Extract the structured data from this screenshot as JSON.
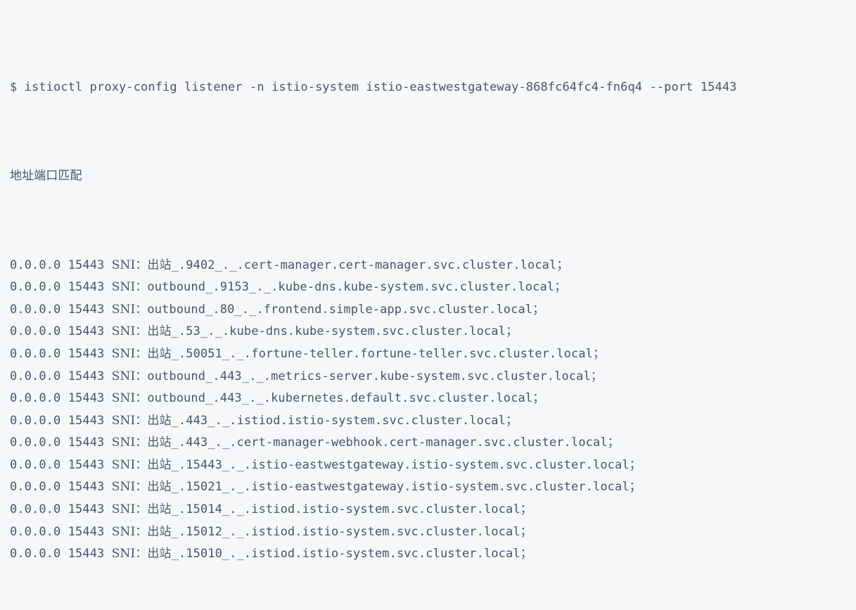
{
  "terminal": {
    "prompt_symbol": "$",
    "command": "istioctl proxy-config listener -n istio-system istio-eastwestgateway-868fc64fc4-fn6q4 --port 15443",
    "command_full": "$ istioctl proxy-config listener -n istio-system istio-eastwestgateway-868fc64fc4-fn6q4 --port 15443",
    "column_header": "地址端口匹配",
    "colors": {
      "background": "#f6f7f9",
      "text": "#46546b",
      "cjk_text": "#4d5b72"
    },
    "address": "0.0.0.0",
    "port": "15443",
    "match_label": "SNI",
    "colon": "：",
    "terminator": "；",
    "direction_cn": "出站",
    "direction_en": "outbound",
    "rows": [
      {
        "address": "0.0.0.0",
        "port": "15443",
        "match_label": "SNI：",
        "direction": "出站",
        "direction_is_cjk": true,
        "suffix": "_.9402_._.cert-manager.cert-manager.svc.cluster.local；"
      },
      {
        "address": "0.0.0.0",
        "port": "15443",
        "match_label": "SNI：",
        "direction": "outbound",
        "direction_is_cjk": false,
        "suffix": "_.9153_._.kube-dns.kube-system.svc.cluster.local；"
      },
      {
        "address": "0.0.0.0",
        "port": "15443",
        "match_label": "SNI：",
        "direction": "outbound",
        "direction_is_cjk": false,
        "suffix": "_.80_._.frontend.simple-app.svc.cluster.local；"
      },
      {
        "address": "0.0.0.0",
        "port": "15443",
        "match_label": "SNI：",
        "direction": "出站",
        "direction_is_cjk": true,
        "suffix": "_.53_._.kube-dns.kube-system.svc.cluster.local；"
      },
      {
        "address": "0.0.0.0",
        "port": "15443",
        "match_label": "SNI：",
        "direction": "出站",
        "direction_is_cjk": true,
        "suffix": "_.50051_._.fortune-teller.fortune-teller.svc.cluster.local；"
      },
      {
        "address": "0.0.0.0",
        "port": "15443",
        "match_label": "SNI：",
        "direction": "outbound",
        "direction_is_cjk": false,
        "suffix": "_.443_._.metrics-server.kube-system.svc.cluster.local；"
      },
      {
        "address": "0.0.0.0",
        "port": "15443",
        "match_label": "SNI：",
        "direction": "outbound",
        "direction_is_cjk": false,
        "suffix": "_.443_._.kubernetes.default.svc.cluster.local；"
      },
      {
        "address": "0.0.0.0",
        "port": "15443",
        "match_label": "SNI：",
        "direction": "出站",
        "direction_is_cjk": true,
        "suffix": "_.443_._.istiod.istio-system.svc.cluster.local；"
      },
      {
        "address": "0.0.0.0",
        "port": "15443",
        "match_label": "SNI：",
        "direction": "出站",
        "direction_is_cjk": true,
        "suffix": "_.443_._.cert-manager-webhook.cert-manager.svc.cluster.local；"
      },
      {
        "address": "0.0.0.0",
        "port": "15443",
        "match_label": "SNI：",
        "direction": "出站",
        "direction_is_cjk": true,
        "suffix": "_.15443_._.istio-eastwestgateway.istio-system.svc.cluster.local；"
      },
      {
        "address": "0.0.0.0",
        "port": "15443",
        "match_label": "SNI：",
        "direction": "出站",
        "direction_is_cjk": true,
        "suffix": "_.15021_._.istio-eastwestgateway.istio-system.svc.cluster.local；"
      },
      {
        "address": "0.0.0.0",
        "port": "15443",
        "match_label": "SNI：",
        "direction": "出站",
        "direction_is_cjk": true,
        "suffix": "_.15014_._.istiod.istio-system.svc.cluster.local；"
      },
      {
        "address": "0.0.0.0",
        "port": "15443",
        "match_label": "SNI：",
        "direction": "出站",
        "direction_is_cjk": true,
        "suffix": "_.15012_._.istiod.istio-system.svc.cluster.local；"
      },
      {
        "address": "0.0.0.0",
        "port": "15443",
        "match_label": "SNI：",
        "direction": "出站",
        "direction_is_cjk": true,
        "suffix": "_.15010_._.istiod.istio-system.svc.cluster.local；"
      }
    ]
  }
}
